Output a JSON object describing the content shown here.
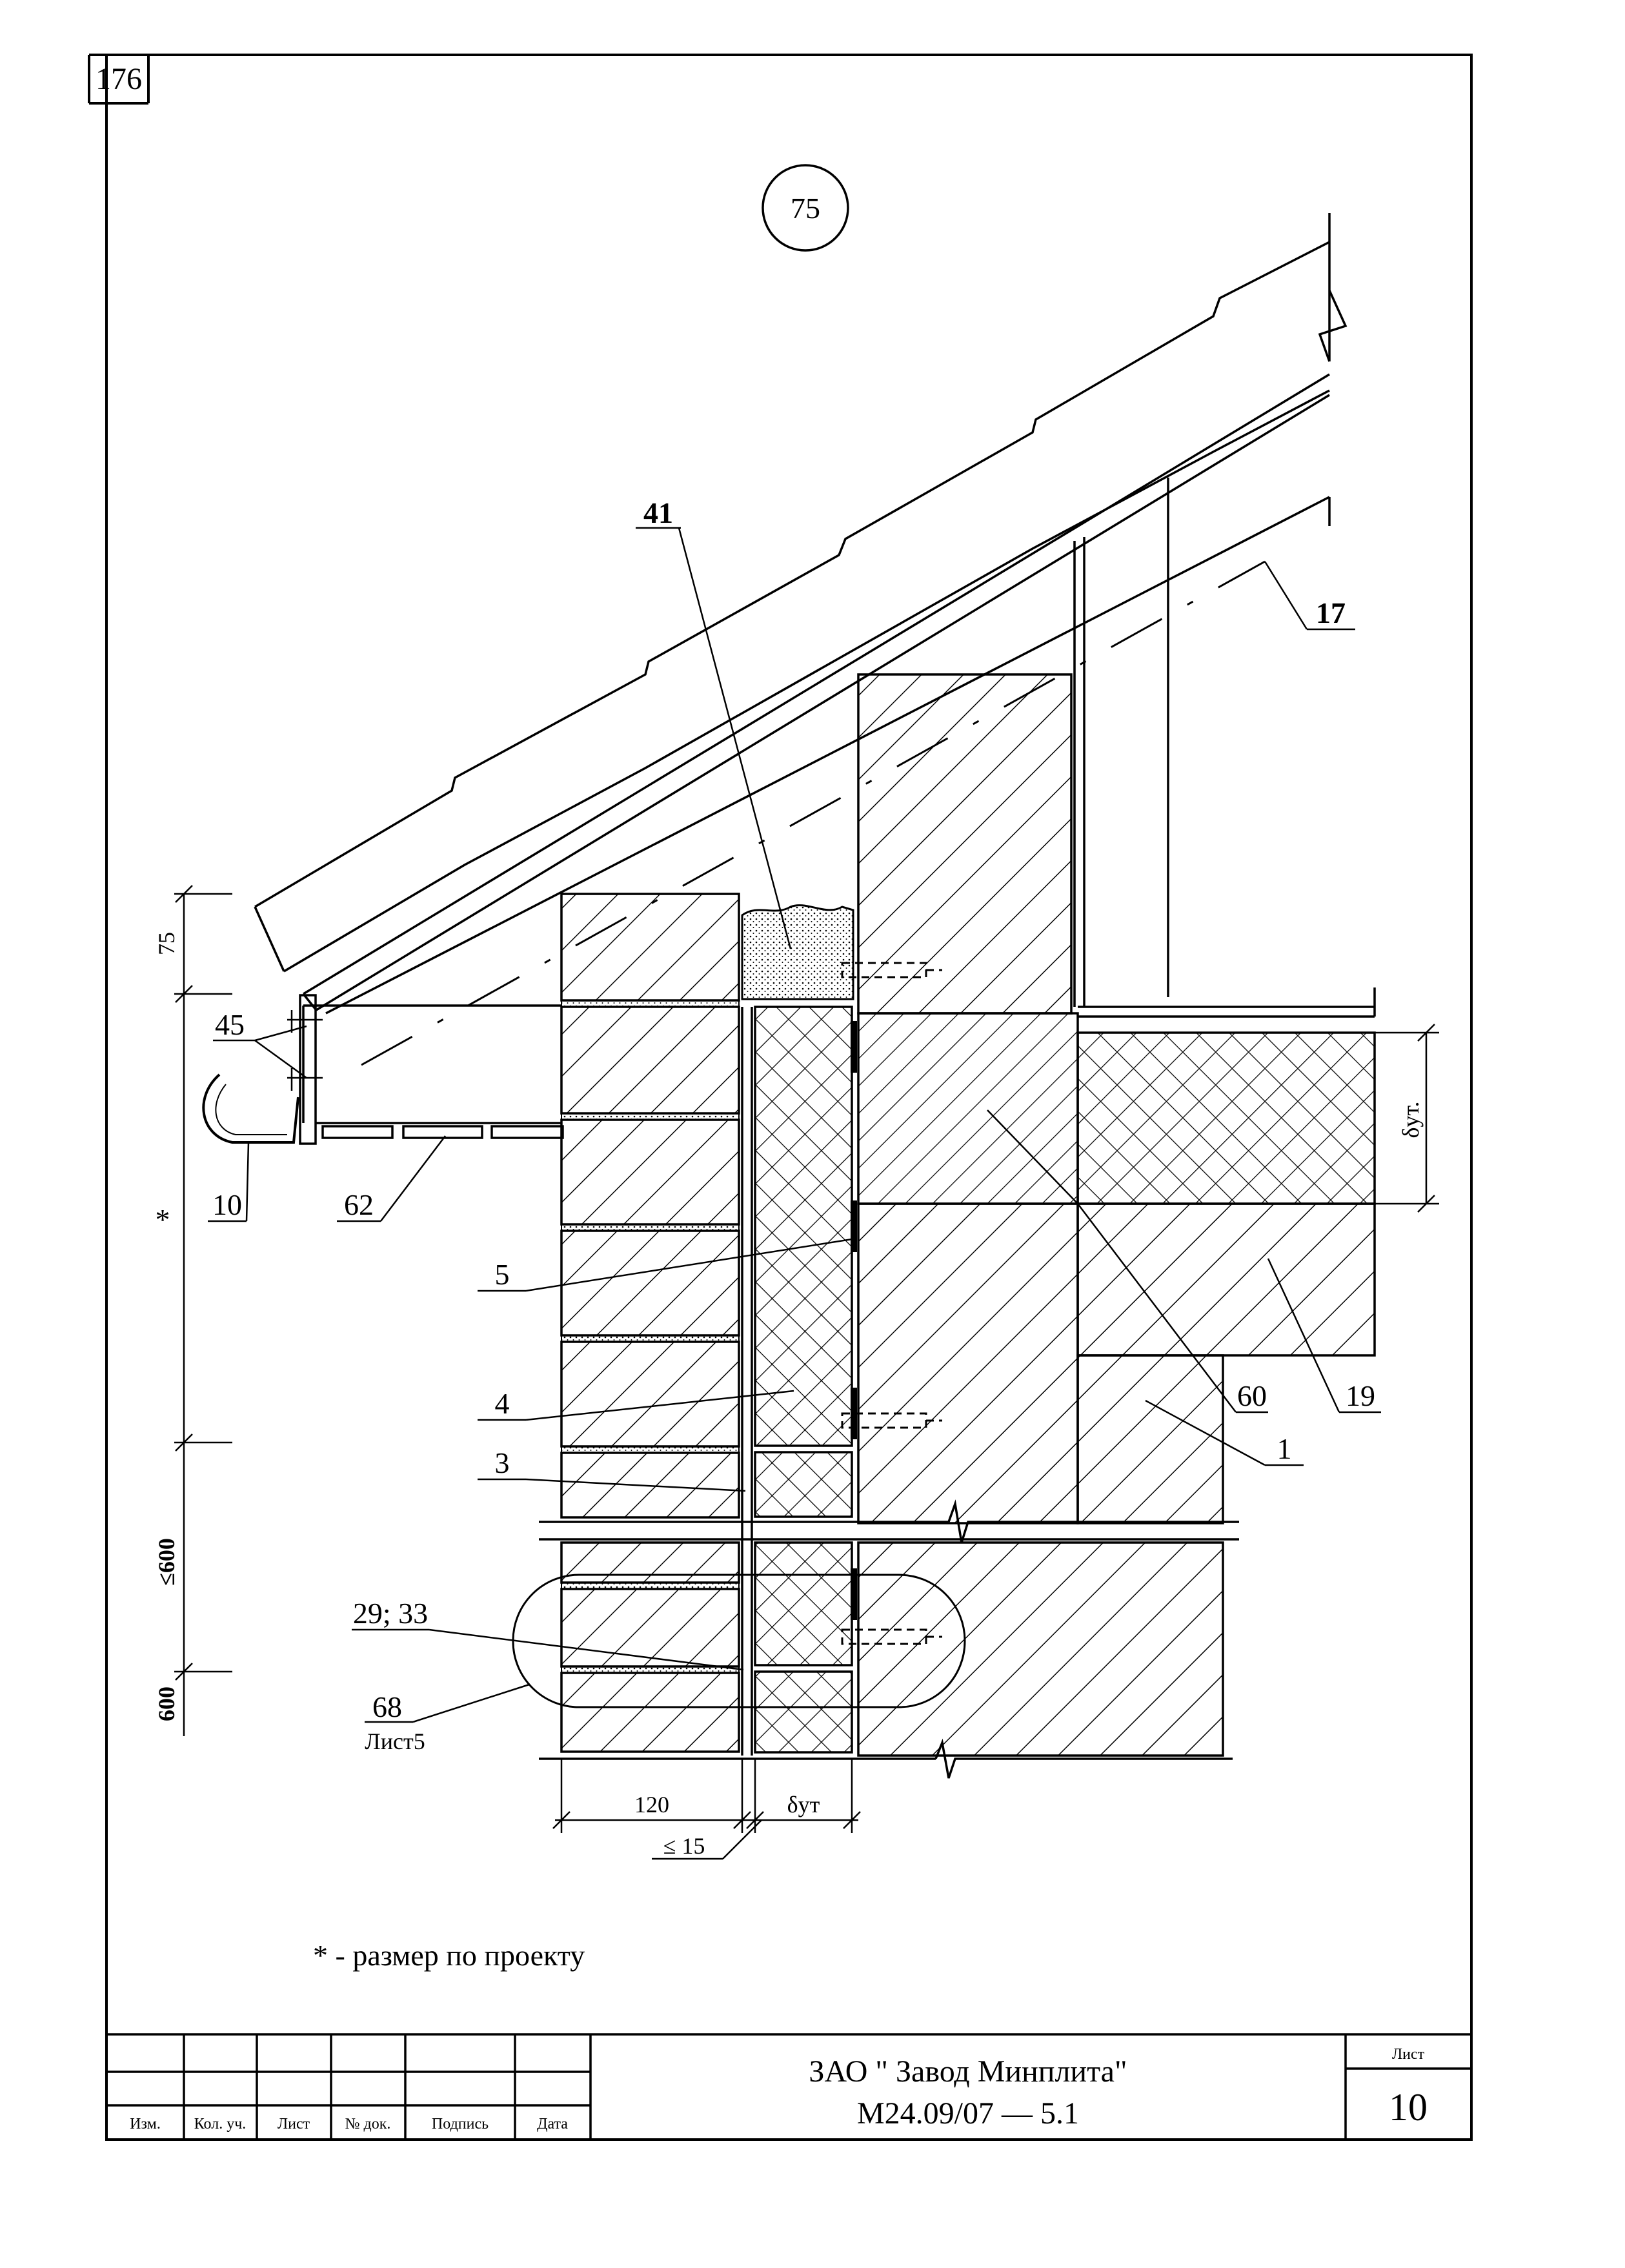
{
  "page_number": "176",
  "detail_number": "75",
  "callouts": {
    "c41": "41",
    "c17": "17",
    "c45": "45",
    "c10": "10",
    "c62": "62",
    "c5": "5",
    "c4": "4",
    "c3": "3",
    "c2933": "29; 33",
    "c68": "68",
    "c68_ref": "Лист5",
    "c60": "60",
    "c19": "19",
    "c1": "1"
  },
  "dimensions": {
    "d75": "75",
    "dstar": "*",
    "d600a": "≤600",
    "d600b": "600",
    "d120": "120",
    "d15": "≤ 15",
    "delta_ut": "δут",
    "delta_ut_right": "δут."
  },
  "note": "* - размер по проекту",
  "title_block": {
    "org": "ЗАО \" Завод Минплита\"",
    "doc_code": "М24.09/07  —  5.1",
    "sheet_label": "Лист",
    "sheet_number": "10",
    "columns": [
      "Изм.",
      "Кол. уч.",
      "Лист",
      "№ док.",
      "Подпись",
      "Дата"
    ]
  }
}
